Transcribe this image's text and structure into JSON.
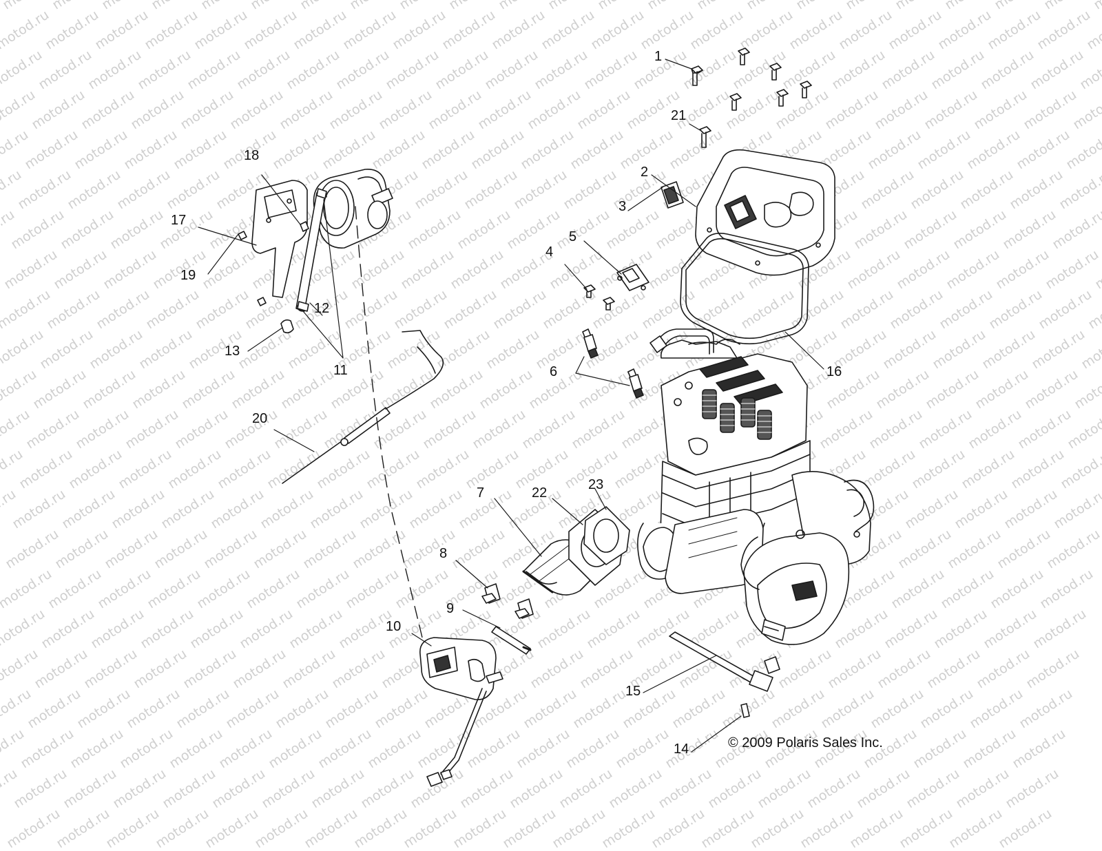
{
  "watermark_text": "motod.ru",
  "copyright": "© 2009 Polaris Sales Inc.",
  "callouts": [
    "1",
    "2",
    "3",
    "4",
    "5",
    "6",
    "7",
    "8",
    "9",
    "10",
    "11",
    "12",
    "13",
    "14",
    "15",
    "16",
    "17",
    "18",
    "19",
    "20",
    "21",
    "22",
    "23"
  ]
}
